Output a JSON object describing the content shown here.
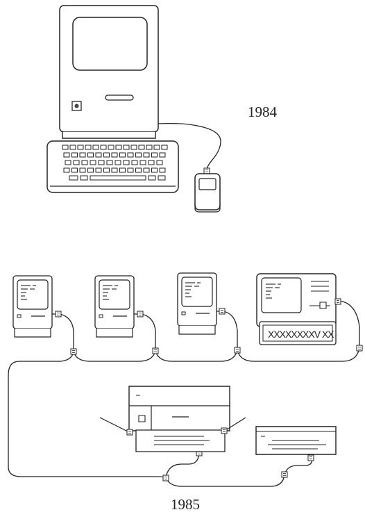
{
  "labels": {
    "year_top": "1984",
    "year_bottom": "1985"
  },
  "keyboard_glyphs": "XXXXXXXXV XX"
}
